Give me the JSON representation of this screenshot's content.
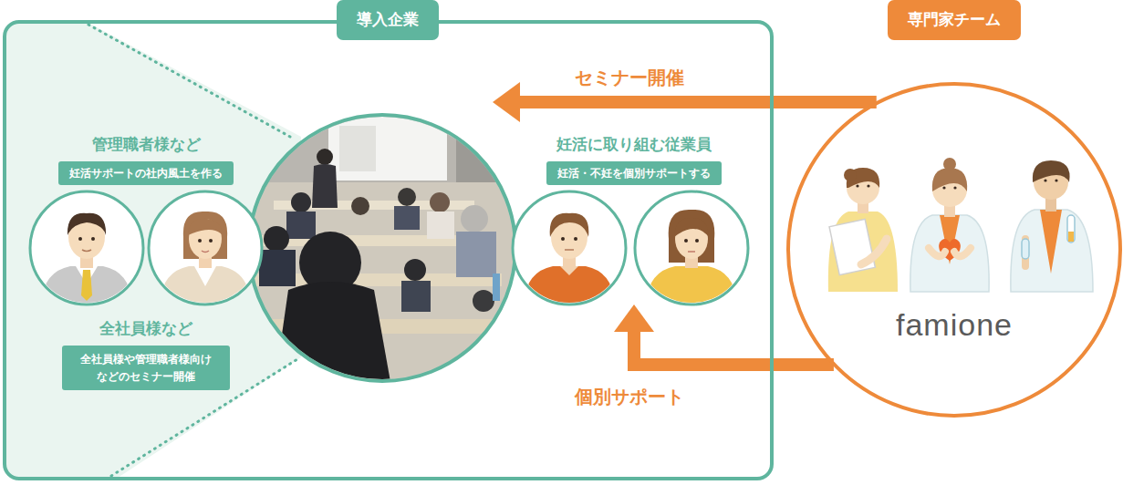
{
  "diagram": {
    "nodes": [
      {
        "text": [
          "導入企業"
        ]
      },
      {
        "text": [
          "管理職者様など",
          "妊活サポートの社内風土を作る"
        ],
        "in": 0
      },
      {
        "text": [
          "全社員様など",
          "全社員様や管理職者様向け などのセミナー開催"
        ],
        "in": 0
      },
      {
        "text": [
          "妊活に取り組む従業員",
          "妊活・不妊を個別サポートする"
        ],
        "in": 0
      },
      {
        "text": [
          "専門家チーム",
          "famione"
        ]
      }
    ],
    "edges": [
      {
        "from": 4,
        "to": 0,
        "arrow": "to",
        "label": "セミナー開催"
      },
      {
        "from": 4,
        "to": 3,
        "arrow": "to",
        "label": "個別サポート"
      }
    ]
  }
}
